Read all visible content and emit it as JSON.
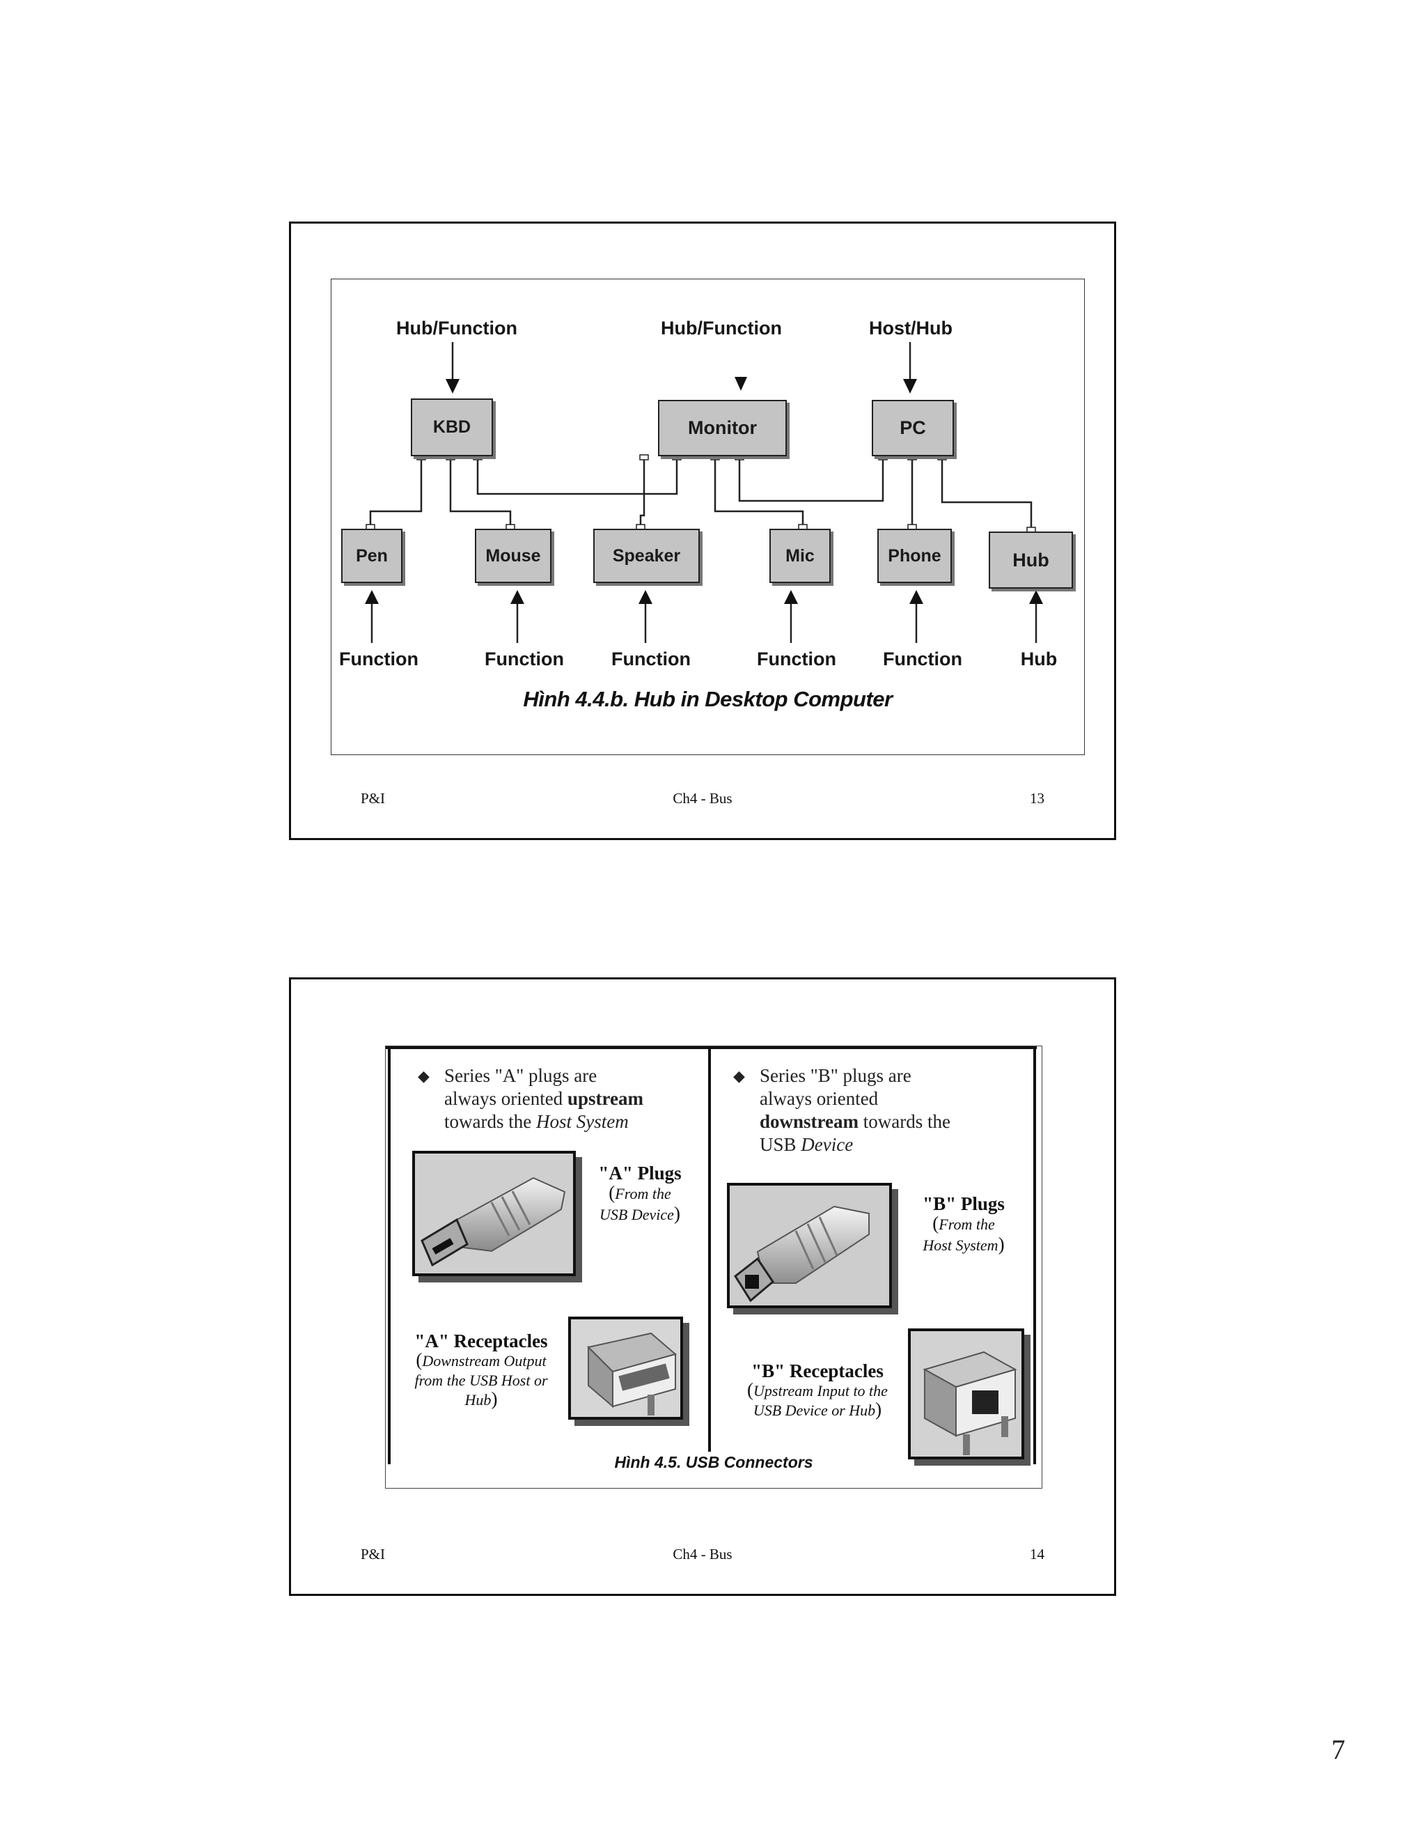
{
  "slide1": {
    "top_labels": [
      "Hub/Function",
      "Hub/Function",
      "Host/Hub"
    ],
    "devices_top": [
      "KBD",
      "Monitor",
      "PC"
    ],
    "devices_bottom": [
      "Pen",
      "Mouse",
      "Speaker",
      "Mic",
      "Phone",
      "Hub"
    ],
    "bottom_labels": [
      "Function",
      "Function",
      "Function",
      "Function",
      "Function",
      "Hub"
    ],
    "caption": "Hình 4.4.b. Hub in Desktop Computer",
    "footer": {
      "left": "P&I",
      "center": "Ch4 - Bus",
      "right": "13"
    }
  },
  "slide2": {
    "left_bullet": {
      "line1": "Series \"A\" plugs are",
      "line2_pre": "always oriented ",
      "line2_bold": "upstream",
      "line3_pre": "towards the ",
      "line3_italic": "Host System"
    },
    "right_bullet": {
      "line1": "Series \"B\" plugs are",
      "line2": "always oriented",
      "line3_bold": "downstream",
      "line3_post": " towards the",
      "line4_pre": "USB ",
      "line4_italic": "Device"
    },
    "a_plugs": {
      "title": "\"A\" Plugs",
      "sub_open": "(",
      "sub1": "From the",
      "sub2": "USB Device",
      "sub_close": ")"
    },
    "a_receptacles": {
      "title": "\"A\" Receptacles",
      "sub1": "Downstream Output",
      "sub2": "from the USB Host or",
      "sub3": "Hub"
    },
    "b_plugs": {
      "title": "\"B\" Plugs",
      "sub1": "From the",
      "sub2": "Host System"
    },
    "b_receptacles": {
      "title": "\"B\" Receptacles",
      "sub1": "Upstream Input to the",
      "sub2": "USB Device or Hub"
    },
    "caption": "Hình 4.5. USB Connectors",
    "footer": {
      "left": "P&I",
      "center": "Ch4 - Bus",
      "right": "14"
    }
  },
  "page_number": "7"
}
